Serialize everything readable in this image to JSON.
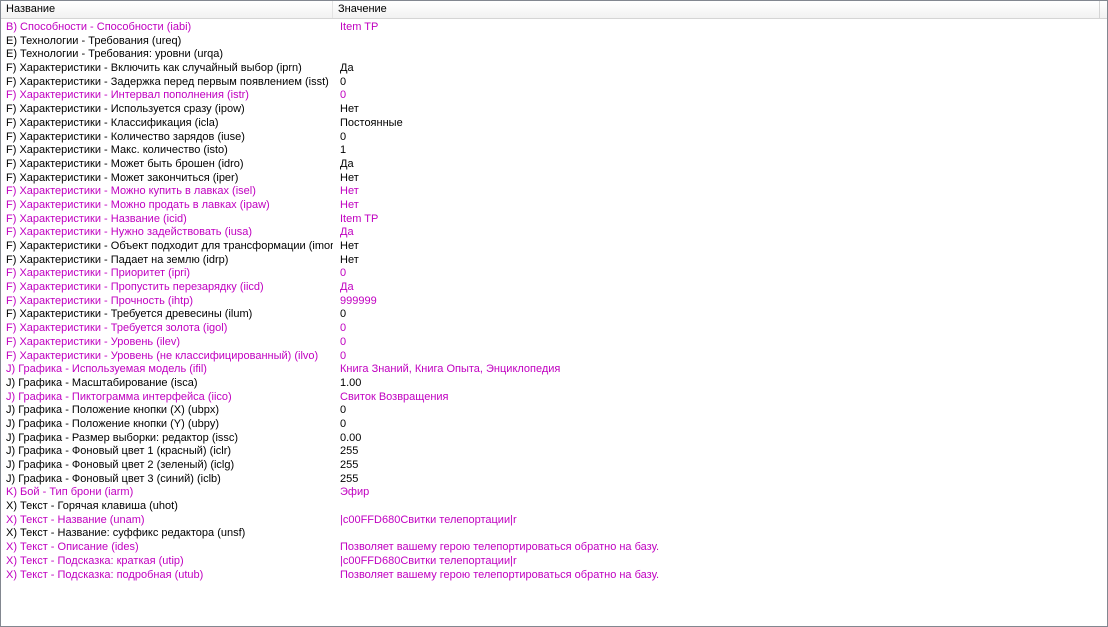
{
  "columns": {
    "name": "Название",
    "value": "Значение"
  },
  "colors": {
    "modified": "#c000c0",
    "normal": "#000000"
  },
  "rows": [
    {
      "name": "B) Способности - Способности (iabi)",
      "value": "Item TP",
      "modified": true
    },
    {
      "name": "E) Технологии - Требования (ureq)",
      "value": "",
      "modified": false
    },
    {
      "name": "E) Технологии - Требования: уровни (urqa)",
      "value": "",
      "modified": false
    },
    {
      "name": "F) Характеристики - Включить как случайный выбор (iprn)",
      "value": "Да",
      "modified": false
    },
    {
      "name": "F) Характеристики - Задержка перед первым появлением (isst)",
      "value": "0",
      "modified": false
    },
    {
      "name": "F) Характеристики - Интервал пополнения (istr)",
      "value": "0",
      "modified": true
    },
    {
      "name": "F) Характеристики - Используется сразу (ipow)",
      "value": "Нет",
      "modified": false
    },
    {
      "name": "F) Характеристики - Классификация (icla)",
      "value": "Постоянные",
      "modified": false
    },
    {
      "name": "F) Характеристики - Количество зарядов (iuse)",
      "value": "0",
      "modified": false
    },
    {
      "name": "F) Характеристики - Макс. количество (isto)",
      "value": "1",
      "modified": false
    },
    {
      "name": "F) Характеристики - Может быть брошен (idro)",
      "value": "Да",
      "modified": false
    },
    {
      "name": "F) Характеристики - Может закончиться (iper)",
      "value": "Нет",
      "modified": false
    },
    {
      "name": "F) Характеристики - Можно купить в лавках (isel)",
      "value": "Нет",
      "modified": true
    },
    {
      "name": "F) Характеристики - Можно продать в лавках (ipaw)",
      "value": "Нет",
      "modified": true
    },
    {
      "name": "F) Характеристики - Название (icid)",
      "value": "Item TP",
      "modified": true
    },
    {
      "name": "F) Характеристики - Нужно задействовать (iusa)",
      "value": "Да",
      "modified": true
    },
    {
      "name": "F) Характеристики - Объект подходит для трансформации (imor)",
      "value": "Нет",
      "modified": false
    },
    {
      "name": "F) Характеристики - Падает на землю (idrp)",
      "value": "Нет",
      "modified": false
    },
    {
      "name": "F) Характеристики - Приоритет (ipri)",
      "value": "0",
      "modified": true
    },
    {
      "name": "F) Характеристики - Пропустить перезарядку (iicd)",
      "value": "Да",
      "modified": true
    },
    {
      "name": "F) Характеристики - Прочность (ihtp)",
      "value": "999999",
      "modified": true
    },
    {
      "name": "F) Характеристики - Требуется древесины (ilum)",
      "value": "0",
      "modified": false
    },
    {
      "name": "F) Характеристики - Требуется золота (igol)",
      "value": "0",
      "modified": true
    },
    {
      "name": "F) Характеристики - Уровень (ilev)",
      "value": "0",
      "modified": true
    },
    {
      "name": "F) Характеристики - Уровень (не классифицированный) (ilvo)",
      "value": "0",
      "modified": true
    },
    {
      "name": "J) Графика - Используемая модель (ifil)",
      "value": "Книга Знаний, Книга Опыта, Энциклопедия",
      "modified": true
    },
    {
      "name": "J) Графика - Масштабирование (isca)",
      "value": "1.00",
      "modified": false
    },
    {
      "name": "J) Графика - Пиктограмма интерфейса (iico)",
      "value": "Свиток Возвращения",
      "modified": true
    },
    {
      "name": "J) Графика - Положение кнопки (X) (ubpx)",
      "value": "0",
      "modified": false
    },
    {
      "name": "J) Графика - Положение кнопки (Y) (ubpy)",
      "value": "0",
      "modified": false
    },
    {
      "name": "J) Графика - Размер выборки: редактор (issc)",
      "value": "0.00",
      "modified": false
    },
    {
      "name": "J) Графика - Фоновый цвет 1 (красный) (iclr)",
      "value": "255",
      "modified": false
    },
    {
      "name": "J) Графика - Фоновый цвет 2 (зеленый) (iclg)",
      "value": "255",
      "modified": false
    },
    {
      "name": "J) Графика - Фоновый цвет 3 (синий) (iclb)",
      "value": "255",
      "modified": false
    },
    {
      "name": "K) Бой - Тип брони (iarm)",
      "value": "Эфир",
      "modified": true
    },
    {
      "name": "X) Текст - Горячая клавиша (uhot)",
      "value": "",
      "modified": false
    },
    {
      "name": "X) Текст - Название (unam)",
      "value": "|c00FFD680Свитки телепортации|r",
      "modified": true
    },
    {
      "name": "X) Текст - Название: суффикс редактора (unsf)",
      "value": "",
      "modified": false
    },
    {
      "name": "X) Текст - Описание (ides)",
      "value": "Позволяет вашему герою телепортироваться обратно на базу.",
      "modified": true
    },
    {
      "name": "X) Текст - Подсказка: краткая (utip)",
      "value": "|c00FFD680Свитки телепортации|r",
      "modified": true
    },
    {
      "name": "X) Текст - Подсказка: подробная (utub)",
      "value": "Позволяет вашему герою телепортироваться обратно на базу.",
      "modified": true
    }
  ]
}
